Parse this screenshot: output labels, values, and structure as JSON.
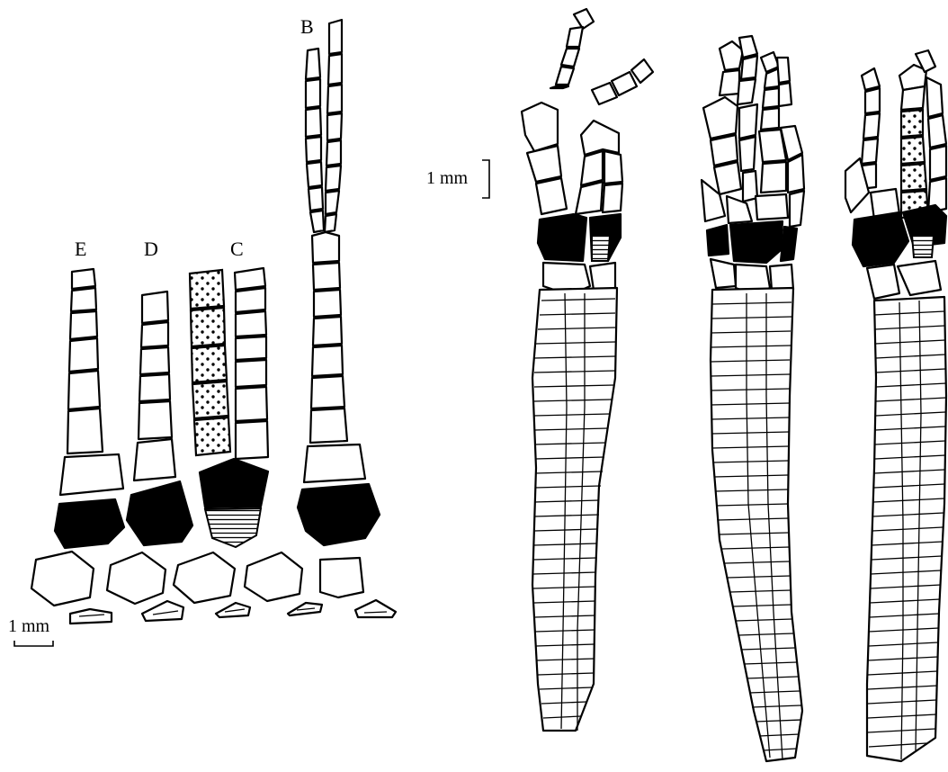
{
  "left_figure": {
    "arm_labels": [
      "E",
      "D",
      "C",
      "B"
    ],
    "scale_label": "1 mm"
  },
  "right_figure": {
    "scale_label": "1 mm"
  },
  "legend_colors": {
    "outline": "#000000",
    "fill": "#ffffff",
    "solid_plate": "#000000"
  }
}
